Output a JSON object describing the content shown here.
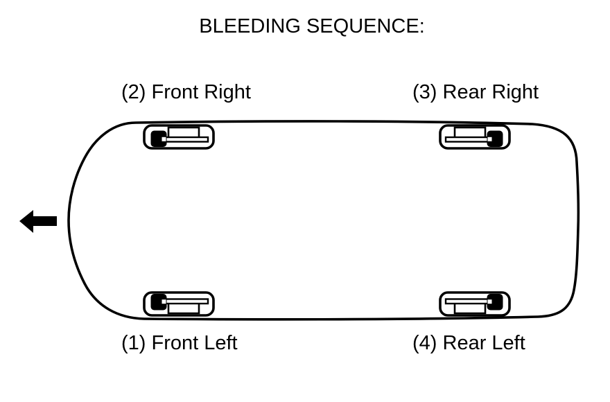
{
  "title": "BLEEDING SEQUENCE:",
  "labels": {
    "front_right": "(2) Front Right",
    "rear_right": "(3) Rear Right",
    "front_left": "(1) Front Left",
    "rear_left": "(4) Rear Left"
  },
  "sequence": [
    "Front Left",
    "Front Right",
    "Rear Right",
    "Rear Left"
  ],
  "vehicle": {
    "view": "top",
    "front_direction": "left",
    "wheels": 4
  },
  "colors": {
    "line": "#000000",
    "background": "#ffffff"
  }
}
